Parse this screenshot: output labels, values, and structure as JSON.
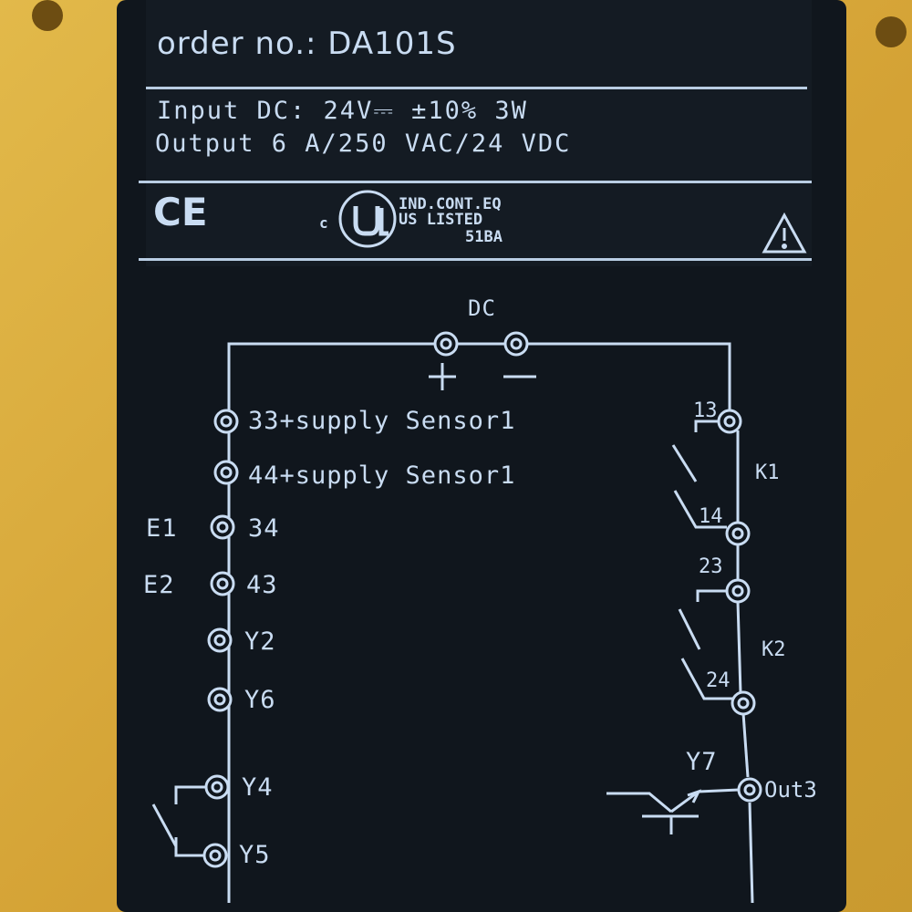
{
  "nameplate": {
    "order_line": "order no.: DA101S",
    "input_line": "Input DC:  24V⎓ ±10% 3W",
    "output_line": "Output 6 A/250 VAC/24 VDC"
  },
  "certifications": {
    "ce_mark": "CE",
    "ul_c": "c",
    "ul_line1": "IND.CONT.EQ",
    "ul_line2": "US LISTED",
    "ul_line3": "51BA",
    "warning_icon": "warning-triangle-icon"
  },
  "wiring": {
    "dc_label": "DC",
    "plus": "+",
    "minus": "—",
    "left_terminals": [
      {
        "label": "33+supply Sensor1"
      },
      {
        "label": "44+supply Sensor1"
      },
      {
        "label": "34",
        "side": "E1"
      },
      {
        "label": "43",
        "side": "E2"
      },
      {
        "label": "Y2"
      },
      {
        "label": "Y6"
      },
      {
        "label": "Y4"
      },
      {
        "label": "Y5"
      }
    ],
    "right_terminals": [
      {
        "label": "13"
      },
      {
        "label": "14"
      },
      {
        "label": "23"
      },
      {
        "label": "24"
      },
      {
        "label": "Out3"
      }
    ],
    "k1": "K1",
    "k2": "K2",
    "y7": "Y7"
  },
  "colors": {
    "housing": "#d9a93a",
    "label_background": "#10161d",
    "print": "#c9dcf2"
  }
}
